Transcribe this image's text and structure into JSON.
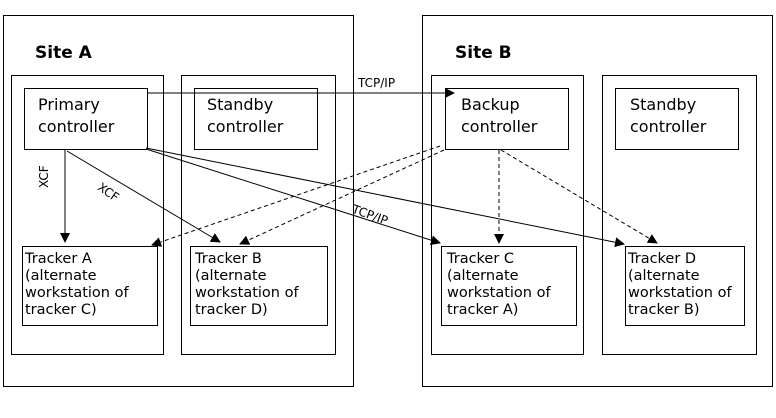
{
  "sites": [
    {
      "title": "Site A"
    },
    {
      "title": "Site B"
    }
  ],
  "controllers": {
    "site_a_primary": [
      "Primary",
      "controller"
    ],
    "site_a_standby": [
      "Standby",
      "controller"
    ],
    "site_b_backup": [
      "Backup",
      "controller"
    ],
    "site_b_standby": [
      "Standby",
      "controller"
    ]
  },
  "trackers": {
    "a": [
      "Tracker A",
      "(alternate",
      " workstation of",
      " tracker C)"
    ],
    "b": [
      "Tracker B",
      "(alternate",
      " workstation of",
      " tracker D)"
    ],
    "c": [
      "Tracker C",
      "(alternate",
      " workstation of",
      " tracker A)"
    ],
    "d": [
      "Tracker D",
      "(alternate",
      " workstation of",
      " tracker B)"
    ]
  },
  "edge_labels": {
    "tcpip_top": "TCP/IP",
    "tcpip_mid": "TCP/IP",
    "xcf_vertical": "XCF",
    "xcf_diagonal": "XCF"
  },
  "edges": [
    {
      "from": "Primary controller",
      "to": "Backup controller",
      "style": "solid"
    },
    {
      "from": "Primary controller",
      "to": "Tracker A",
      "style": "solid"
    },
    {
      "from": "Primary controller",
      "to": "Tracker B",
      "style": "solid"
    },
    {
      "from": "Primary controller",
      "to": "Tracker C",
      "style": "solid"
    },
    {
      "from": "Primary controller",
      "to": "Tracker D",
      "style": "solid"
    },
    {
      "from": "Backup controller",
      "to": "Tracker A",
      "style": "dashed"
    },
    {
      "from": "Backup controller",
      "to": "Tracker B",
      "style": "dashed"
    },
    {
      "from": "Backup controller",
      "to": "Tracker C",
      "style": "dashed"
    },
    {
      "from": "Backup controller",
      "to": "Tracker D",
      "style": "dashed"
    }
  ]
}
